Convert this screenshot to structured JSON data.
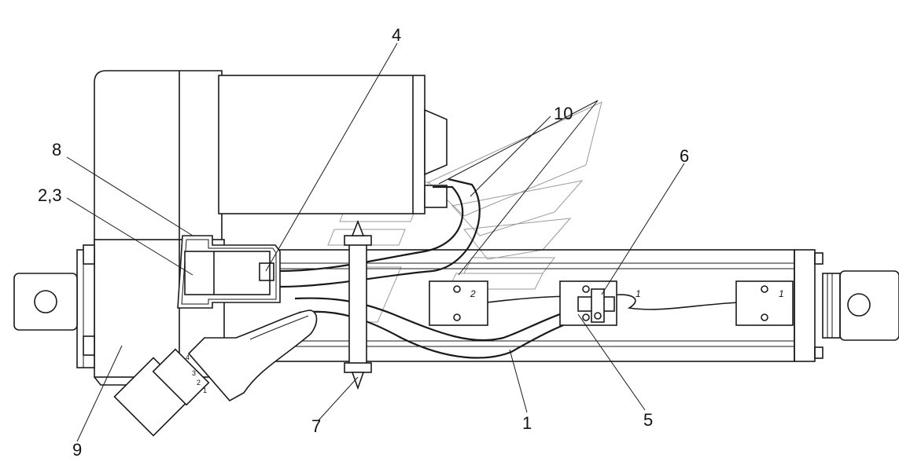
{
  "diagram": {
    "callouts": [
      {
        "key": "c4",
        "text": "4"
      },
      {
        "key": "c10",
        "text": "10"
      },
      {
        "key": "c8",
        "text": "8"
      },
      {
        "key": "c23",
        "text": "2,3"
      },
      {
        "key": "c6",
        "text": "6"
      },
      {
        "key": "c9",
        "text": "9"
      },
      {
        "key": "c7",
        "text": "7"
      },
      {
        "key": "c1",
        "text": "1"
      },
      {
        "key": "c5",
        "text": "5"
      }
    ],
    "switch_marks": {
      "left": "2",
      "right": "1",
      "middle": "1"
    },
    "connector_pins": [
      "1",
      "2",
      "3",
      "4"
    ]
  }
}
